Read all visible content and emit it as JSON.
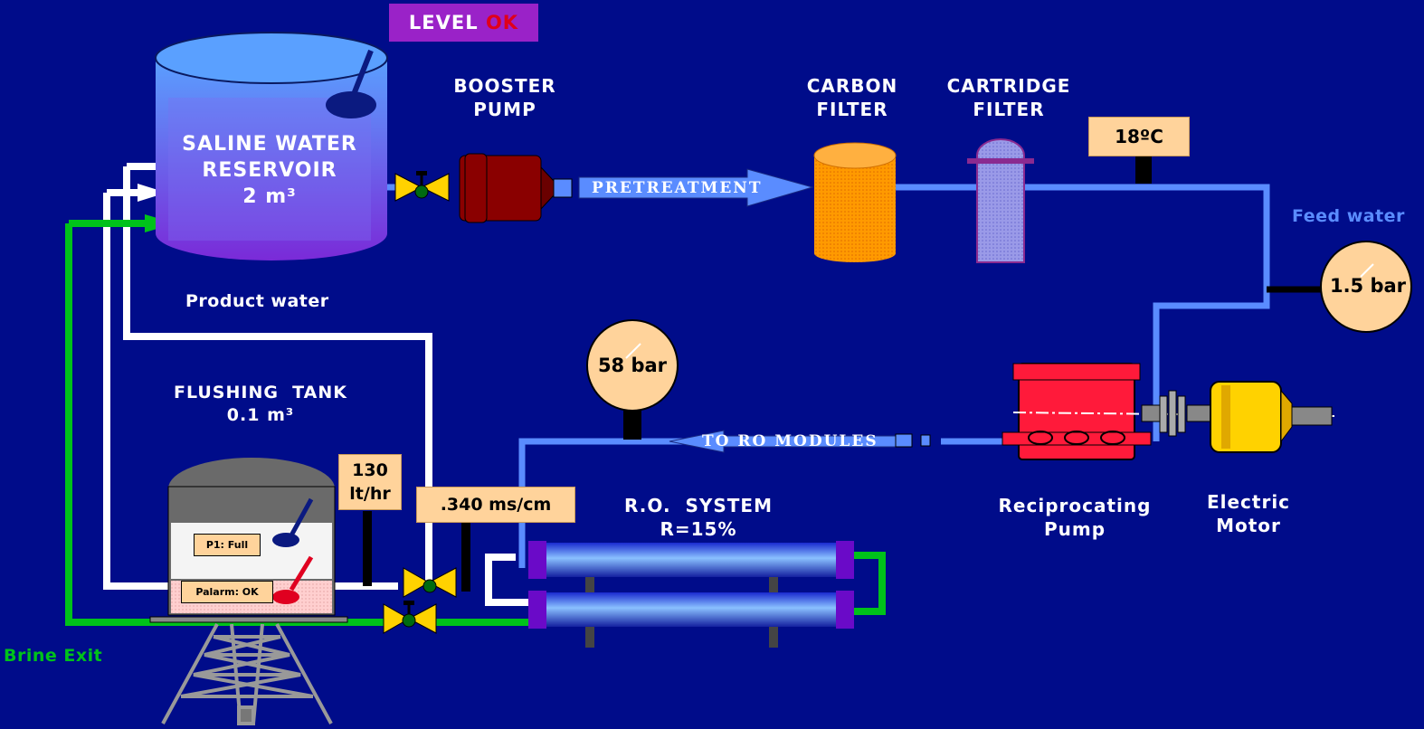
{
  "level_indicator": {
    "prefix": "LEVEL ",
    "status": "OK",
    "status_color": "#e0001a",
    "bg": "#9a22c8"
  },
  "reservoir": {
    "line1": "SALINE WATER",
    "line2": "RESERVOIR",
    "line3": "2 m³"
  },
  "labels": {
    "booster_pump": [
      "BOOSTER",
      "PUMP"
    ],
    "carbon_filter": [
      "CARBON",
      "FILTER"
    ],
    "cartridge_filter": [
      "CARTRIDGE",
      "FILTER"
    ],
    "feed_water": "Feed water",
    "product_water": "Product water",
    "flushing_tank": [
      "FLUSHING  TANK",
      "0.1 m³"
    ],
    "ro_system": [
      "R.O.  SYSTEM",
      "R=15%"
    ],
    "reciprocating_pump": [
      "Reciprocating",
      "Pump"
    ],
    "electric_motor": [
      "Electric",
      "Motor"
    ],
    "brine_exit": "Brine Exit"
  },
  "flow_arrows": {
    "pretreatment": "PRETREATMENT",
    "to_ro": "TO RO MODULES"
  },
  "readouts": {
    "temperature": "18ºC",
    "feed_pressure": "1.5 bar",
    "ro_pressure": "58 bar",
    "flow": [
      "130",
      "lt/hr"
    ],
    "conductivity": ".340 ms/cm",
    "p1": "P1: Full",
    "palarm": "Palarm: OK"
  },
  "colors": {
    "background": "#000c8a",
    "feed_line": "#5a8cff",
    "product_line": "#ffffff",
    "brine_line": "#00c21a",
    "feed_label": "#5a8cff",
    "brine_label": "#00c21a"
  }
}
